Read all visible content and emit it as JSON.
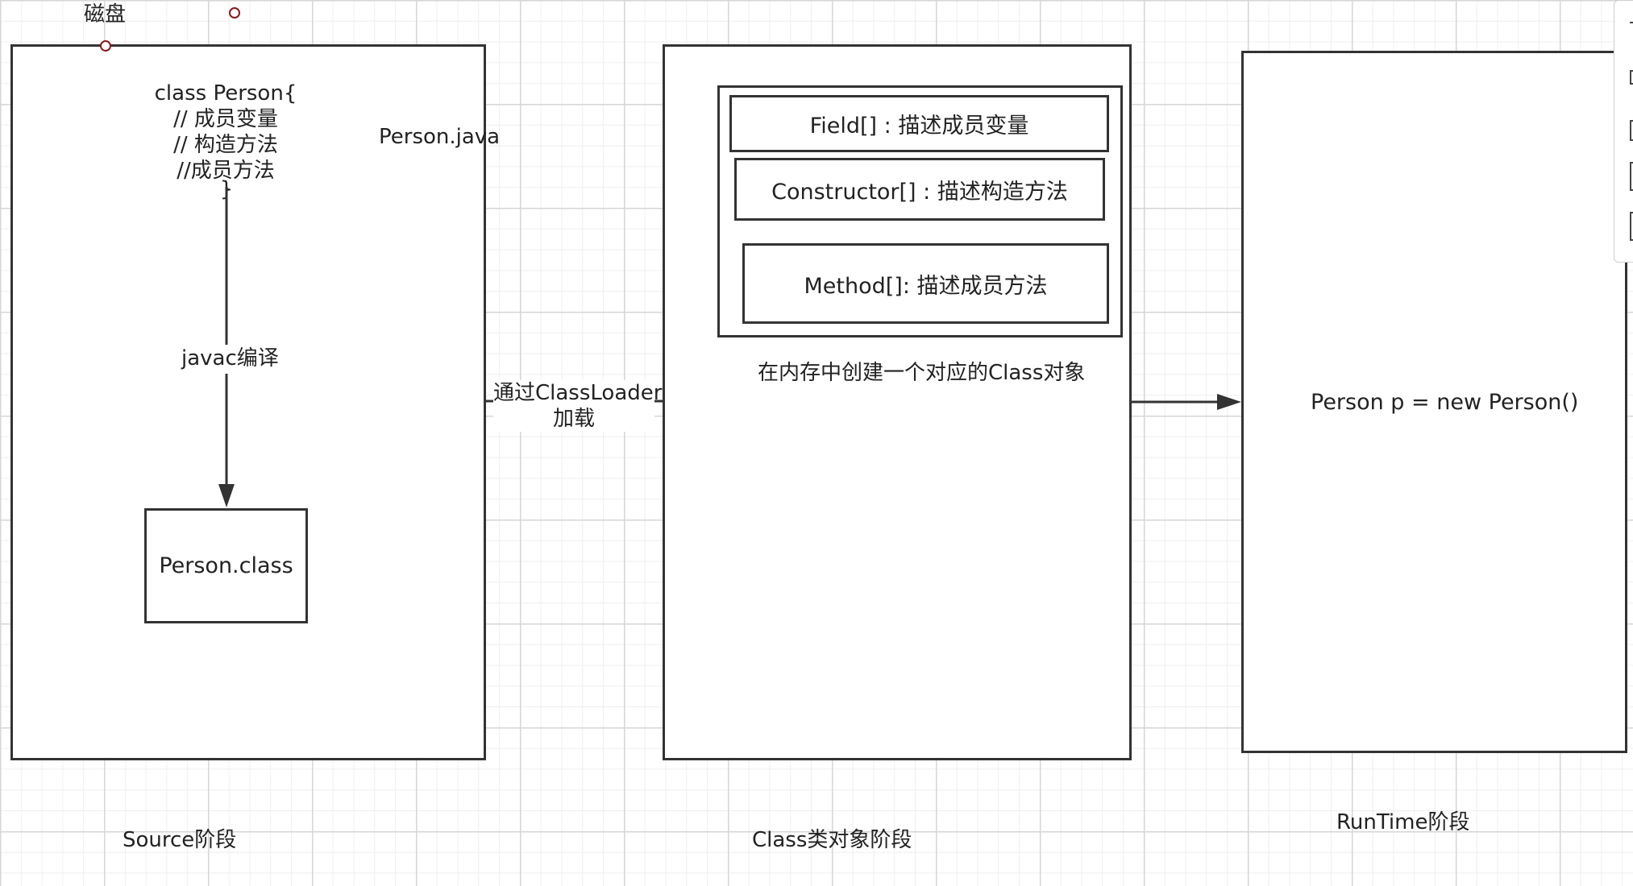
{
  "disk_label": "磁盘",
  "source_stage": {
    "code_lines": [
      "class Person{",
      "// 成员变量",
      "// 构造方法",
      "//成员方法",
      "}"
    ],
    "file_label": "Person.java",
    "compile_label": "javac编译",
    "class_file_label": "Person.class",
    "stage_label": "Source阶段"
  },
  "loader_label": [
    "通过ClassLoader",
    "加载"
  ],
  "class_object_stage": {
    "members": [
      "Field[] : 描述成员变量",
      "Constructor[] : 描述构造方法",
      "Method[]: 描述成员方法"
    ],
    "caption": "在内存中创建一个对应的Class对象",
    "stage_label": "Class类对象阶段"
  },
  "runtime_stage": {
    "statement": "Person p = new Person()",
    "stage_label": "RunTime阶段"
  }
}
